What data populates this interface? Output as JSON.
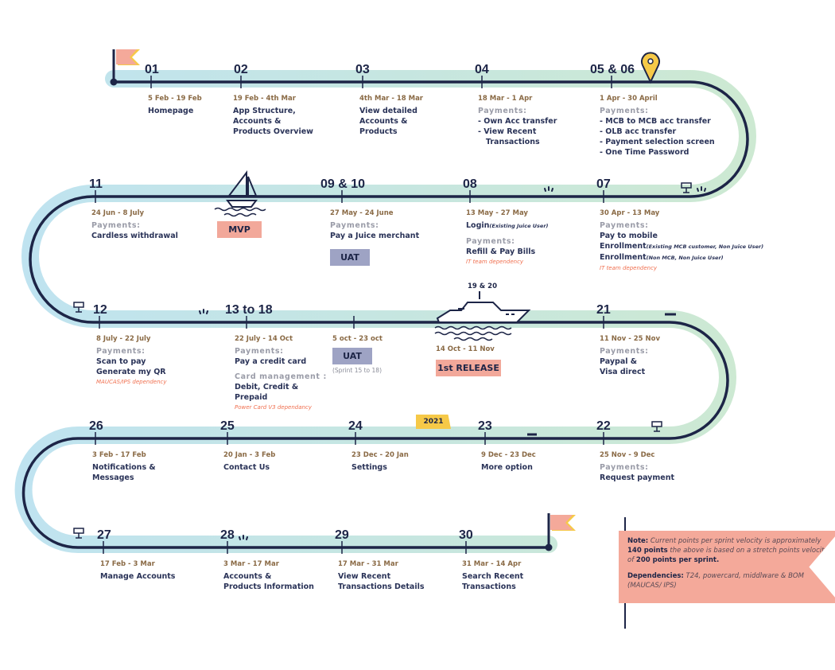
{
  "milestones": [
    {
      "sprint": "01",
      "dates": "5 Feb - 19 Feb",
      "lines": [
        {
          "type": "item",
          "text": "Homepage"
        }
      ]
    },
    {
      "sprint": "02",
      "dates": "19 Feb - 4th Mar",
      "lines": [
        {
          "type": "item",
          "text": "App Structure,"
        },
        {
          "type": "item",
          "text": "Accounts &"
        },
        {
          "type": "item",
          "text": "Products Overview"
        }
      ]
    },
    {
      "sprint": "03",
      "dates": "4th Mar - 18 Mar",
      "lines": [
        {
          "type": "item",
          "text": "View detailed"
        },
        {
          "type": "item",
          "text": "Accounts &"
        },
        {
          "type": "item",
          "text": "Products"
        }
      ]
    },
    {
      "sprint": "04",
      "dates": "18 Mar - 1 Apr",
      "lines": [
        {
          "type": "heading",
          "text": "Payments:"
        },
        {
          "type": "item",
          "text": "- Own Acc transfer"
        },
        {
          "type": "item",
          "text": "- View Recent"
        },
        {
          "type": "item",
          "text": "   Transactions"
        }
      ]
    },
    {
      "sprint": "05 & 06",
      "dates": "1 Apr - 30 April",
      "lines": [
        {
          "type": "heading",
          "text": "Payments:"
        },
        {
          "type": "item",
          "text": "- MCB to MCB acc transfer"
        },
        {
          "type": "item",
          "text": "- OLB acc transfer"
        },
        {
          "type": "item",
          "text": "- Payment selection screen"
        },
        {
          "type": "item",
          "text": "- One Time Password"
        }
      ]
    },
    {
      "sprint": "07",
      "dates": "30 Apr - 13 May",
      "lines": [
        {
          "type": "heading",
          "text": "Payments:"
        },
        {
          "type": "item",
          "text": "Pay to mobile"
        },
        {
          "type": "item",
          "text": "Enrollment",
          "sub": "(Existing MCB customer, Non Juice User)"
        },
        {
          "type": "item",
          "text": "Enrollment",
          "sub": "(Non MCB, Non Juice User)"
        },
        {
          "type": "note",
          "text": "IT team dependency"
        }
      ]
    },
    {
      "sprint": "08",
      "dates": "13 May - 27 May",
      "lines": [
        {
          "type": "item",
          "text": "Login",
          "sub": "(Existing Juice User)"
        },
        {
          "type": "heading",
          "text": "Payments:",
          "gap": true
        },
        {
          "type": "item",
          "text": "Refill & Pay Bills"
        },
        {
          "type": "note",
          "text": "IT team dependency"
        }
      ]
    },
    {
      "sprint": "09 & 10",
      "dates": "27 May - 24 June",
      "lines": [
        {
          "type": "heading",
          "text": "Payments:"
        },
        {
          "type": "item",
          "text": "Pay a Juice merchant"
        }
      ]
    },
    {
      "sprint": "11",
      "dates": "24 Jun - 8 July",
      "lines": [
        {
          "type": "heading",
          "text": "Payments:"
        },
        {
          "type": "item",
          "text": "Cardless withdrawal"
        }
      ]
    },
    {
      "sprint": "12",
      "dates": "8 July - 22 July",
      "lines": [
        {
          "type": "heading",
          "text": "Payments:"
        },
        {
          "type": "item",
          "text": "Scan to pay"
        },
        {
          "type": "item",
          "text": "Generate my QR"
        },
        {
          "type": "note",
          "text": "MAUCAS/IPS dependency"
        }
      ]
    },
    {
      "sprint": "13 to 18",
      "dates": "22 July - 14 Oct",
      "lines": [
        {
          "type": "heading",
          "text": "Payments:"
        },
        {
          "type": "item",
          "text": "Pay a credit card"
        },
        {
          "type": "heading",
          "text": "Card management :",
          "gap": true
        },
        {
          "type": "item",
          "text": "Debit, Credit &"
        },
        {
          "type": "item",
          "text": "Prepaid"
        },
        {
          "type": "note",
          "text": "Power Card V3 dependancy"
        }
      ]
    },
    {
      "sprint": "",
      "dates": "5 oct - 23 oct",
      "lines": []
    },
    {
      "sprint": "",
      "dates": "14 Oct - 11 Nov",
      "lines": []
    },
    {
      "sprint": "21",
      "dates": "11 Nov - 25 Nov",
      "lines": [
        {
          "type": "heading",
          "text": "Payments:"
        },
        {
          "type": "item",
          "text": "Paypal &"
        },
        {
          "type": "item",
          "text": "Visa direct"
        }
      ]
    },
    {
      "sprint": "22",
      "dates": "25 Nov - 9 Dec",
      "lines": [
        {
          "type": "heading",
          "text": "Payments:"
        },
        {
          "type": "item",
          "text": "Request payment"
        }
      ]
    },
    {
      "sprint": "23",
      "dates": "9 Dec - 23 Dec",
      "lines": [
        {
          "type": "item",
          "text": "More option"
        }
      ]
    },
    {
      "sprint": "24",
      "dates": "23 Dec - 20 Jan",
      "lines": [
        {
          "type": "item",
          "text": "Settings"
        }
      ]
    },
    {
      "sprint": "25",
      "dates": "20 Jan - 3 Feb",
      "lines": [
        {
          "type": "item",
          "text": "Contact Us"
        }
      ]
    },
    {
      "sprint": "26",
      "dates": "3 Feb - 17 Feb",
      "lines": [
        {
          "type": "item",
          "text": "Notifications &"
        },
        {
          "type": "item",
          "text": "Messages"
        }
      ]
    },
    {
      "sprint": "27",
      "dates": "17 Feb - 3 Mar",
      "lines": [
        {
          "type": "item",
          "text": "Manage Accounts"
        }
      ]
    },
    {
      "sprint": "28",
      "dates": "3 Mar - 17 Mar",
      "lines": [
        {
          "type": "item",
          "text": "Accounts &"
        },
        {
          "type": "item",
          "text": "Products Information"
        }
      ]
    },
    {
      "sprint": "29",
      "dates": "17 Mar - 31 Mar",
      "lines": [
        {
          "type": "item",
          "text": "View Recent"
        },
        {
          "type": "item",
          "text": "Transactions Details"
        }
      ]
    },
    {
      "sprint": "30",
      "dates": "31 Mar - 14 Apr",
      "lines": [
        {
          "type": "item",
          "text": "Search Recent"
        },
        {
          "type": "item",
          "text": "Transactions"
        }
      ]
    }
  ],
  "badges": {
    "mvp": "MVP",
    "uat1": "UAT",
    "uat2": "UAT",
    "release": "1st RELEASE",
    "uat2_note": "(Sprint 15 to 18)",
    "boat_label": "19 & 20",
    "year": "2021"
  },
  "note": {
    "label": "Note:",
    "text1": "Current points per sprint velocity is approximately",
    "bold1": "140 points",
    "text2": "the above is based on a stretch points velocity of",
    "bold2": "200 points per sprint.",
    "dep_label": "Dependencies:",
    "dep_text": "T24, powercard, middlware & BOM (MAUCAS/ IPS)"
  },
  "colors": {
    "track": "#1d2547",
    "glow_start": "#bfe3f0",
    "glow_end": "#cde9d2",
    "flag": "#f4a99a",
    "accent": "#f6c948",
    "date": "#8a6a45",
    "note": "#f07050"
  }
}
